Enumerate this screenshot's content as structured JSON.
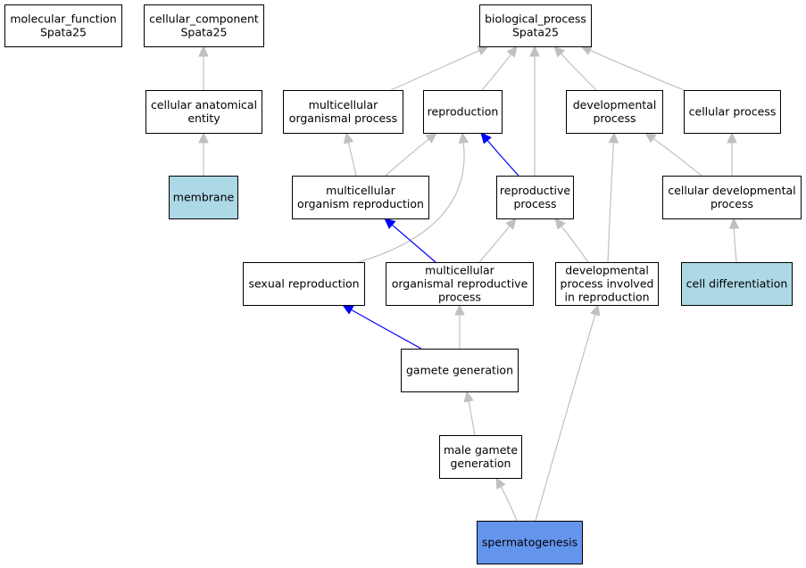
{
  "diagram": {
    "colors": {
      "plain_fill": "#ffffff",
      "light_fill": "#add8e6",
      "strong_fill": "#6495ed",
      "edge_gray": "#c0c0c0",
      "edge_blue": "#0000ff"
    },
    "nodes": [
      {
        "id": "molecular_function",
        "lines": [
          "molecular_function",
          "Spata25"
        ],
        "fill": "plain"
      },
      {
        "id": "cellular_component",
        "lines": [
          "cellular_component",
          "Spata25"
        ],
        "fill": "plain"
      },
      {
        "id": "biological_process",
        "lines": [
          "biological_process",
          "Spata25"
        ],
        "fill": "plain"
      },
      {
        "id": "cellular_anatomical_entity",
        "lines": [
          "cellular anatomical",
          "entity"
        ],
        "fill": "plain"
      },
      {
        "id": "membrane",
        "lines": [
          "membrane"
        ],
        "fill": "light"
      },
      {
        "id": "multicellular_organismal_process",
        "lines": [
          "multicellular",
          "organismal process"
        ],
        "fill": "plain"
      },
      {
        "id": "reproduction",
        "lines": [
          "reproduction"
        ],
        "fill": "plain"
      },
      {
        "id": "developmental_process",
        "lines": [
          "developmental",
          "process"
        ],
        "fill": "plain"
      },
      {
        "id": "cellular_process",
        "lines": [
          "cellular process"
        ],
        "fill": "plain"
      },
      {
        "id": "multicellular_organism_reproduction",
        "lines": [
          "multicellular",
          "organism reproduction"
        ],
        "fill": "plain"
      },
      {
        "id": "reproductive_process",
        "lines": [
          "reproductive",
          "process"
        ],
        "fill": "plain"
      },
      {
        "id": "cellular_developmental_process",
        "lines": [
          "cellular developmental",
          "process"
        ],
        "fill": "plain"
      },
      {
        "id": "sexual_reproduction",
        "lines": [
          "sexual reproduction"
        ],
        "fill": "plain"
      },
      {
        "id": "multicellular_organismal_reproductive_process",
        "lines": [
          "multicellular",
          "organismal reproductive",
          "process"
        ],
        "fill": "plain"
      },
      {
        "id": "developmental_process_involved_in_reproduction",
        "lines": [
          "developmental",
          "process involved",
          "in reproduction"
        ],
        "fill": "plain"
      },
      {
        "id": "cell_differentiation",
        "lines": [
          "cell differentiation"
        ],
        "fill": "light"
      },
      {
        "id": "gamete_generation",
        "lines": [
          "gamete generation"
        ],
        "fill": "plain"
      },
      {
        "id": "male_gamete_generation",
        "lines": [
          "male gamete",
          "generation"
        ],
        "fill": "plain"
      },
      {
        "id": "spermatogenesis",
        "lines": [
          "spermatogenesis"
        ],
        "fill": "strong"
      }
    ],
    "edges": [
      {
        "from": "cellular_anatomical_entity",
        "to": "cellular_component",
        "kind": "gray"
      },
      {
        "from": "membrane",
        "to": "cellular_anatomical_entity",
        "kind": "gray"
      },
      {
        "from": "multicellular_organismal_process",
        "to": "biological_process",
        "kind": "gray"
      },
      {
        "from": "reproduction",
        "to": "biological_process",
        "kind": "gray"
      },
      {
        "from": "reproductive_process",
        "to": "biological_process",
        "kind": "gray"
      },
      {
        "from": "developmental_process",
        "to": "biological_process",
        "kind": "gray"
      },
      {
        "from": "cellular_process",
        "to": "biological_process",
        "kind": "gray"
      },
      {
        "from": "multicellular_organism_reproduction",
        "to": "multicellular_organismal_process",
        "kind": "gray"
      },
      {
        "from": "multicellular_organism_reproduction",
        "to": "reproduction",
        "kind": "gray"
      },
      {
        "from": "reproductive_process",
        "to": "reproduction",
        "kind": "blue"
      },
      {
        "from": "sexual_reproduction",
        "to": "reproduction",
        "kind": "gray"
      },
      {
        "from": "cellular_developmental_process",
        "to": "developmental_process",
        "kind": "gray"
      },
      {
        "from": "cellular_developmental_process",
        "to": "cellular_process",
        "kind": "gray"
      },
      {
        "from": "developmental_process_involved_in_reproduction",
        "to": "developmental_process",
        "kind": "gray"
      },
      {
        "from": "cell_differentiation",
        "to": "cellular_developmental_process",
        "kind": "gray"
      },
      {
        "from": "multicellular_organismal_reproductive_process",
        "to": "multicellular_organism_reproduction",
        "kind": "blue"
      },
      {
        "from": "multicellular_organismal_reproductive_process",
        "to": "reproductive_process",
        "kind": "gray"
      },
      {
        "from": "developmental_process_involved_in_reproduction",
        "to": "reproductive_process",
        "kind": "gray"
      },
      {
        "from": "gamete_generation",
        "to": "sexual_reproduction",
        "kind": "blue"
      },
      {
        "from": "gamete_generation",
        "to": "multicellular_organismal_reproductive_process",
        "kind": "gray"
      },
      {
        "from": "male_gamete_generation",
        "to": "gamete_generation",
        "kind": "gray"
      },
      {
        "from": "spermatogenesis",
        "to": "male_gamete_generation",
        "kind": "gray"
      },
      {
        "from": "spermatogenesis",
        "to": "developmental_process_involved_in_reproduction",
        "kind": "gray"
      }
    ]
  }
}
